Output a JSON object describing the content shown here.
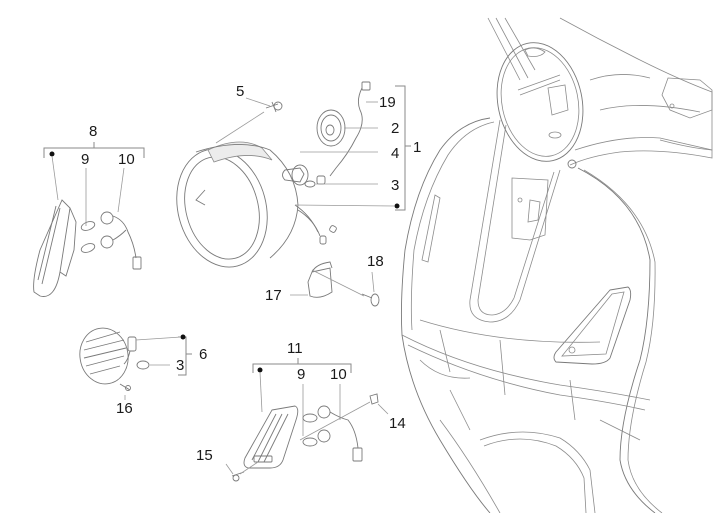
{
  "diagram": {
    "title": "Headlight and turn signal lamps — exploded parts view",
    "colors": {
      "line": "#7a7a7a",
      "text": "#1a1a1a",
      "background": "#ffffff"
    },
    "callouts": [
      {
        "id": "c1",
        "label": "1",
        "part": "headlight assembly (group)"
      },
      {
        "id": "c2",
        "label": "2",
        "part": "bulb cover cap"
      },
      {
        "id": "c3a",
        "label": "3",
        "part": "parking light bulb"
      },
      {
        "id": "c4",
        "label": "4",
        "part": "headlight bulb"
      },
      {
        "id": "c5",
        "label": "5",
        "part": "headlight screw"
      },
      {
        "id": "c19",
        "label": "19",
        "part": "headlight wiring harness"
      },
      {
        "id": "c8",
        "label": "8",
        "part": "front left turn signal (group)"
      },
      {
        "id": "c9a",
        "label": "9",
        "part": "turn signal bulb"
      },
      {
        "id": "c10a",
        "label": "10",
        "part": "bulb socket with wiring"
      },
      {
        "id": "c6",
        "label": "6",
        "part": "round parking lamp (group)"
      },
      {
        "id": "c3b",
        "label": "3",
        "part": "parking light bulb"
      },
      {
        "id": "c16",
        "label": "16",
        "part": "lamp screw"
      },
      {
        "id": "c11",
        "label": "11",
        "part": "front right turn signal (group)"
      },
      {
        "id": "c9b",
        "label": "9",
        "part": "turn signal bulb"
      },
      {
        "id": "c10b",
        "label": "10",
        "part": "bulb socket with wiring"
      },
      {
        "id": "c14",
        "label": "14",
        "part": "connector clip"
      },
      {
        "id": "c15",
        "label": "15",
        "part": "turn signal screw"
      },
      {
        "id": "c17",
        "label": "17",
        "part": "rubber cover"
      },
      {
        "id": "c18",
        "label": "18",
        "part": "screw"
      }
    ]
  }
}
